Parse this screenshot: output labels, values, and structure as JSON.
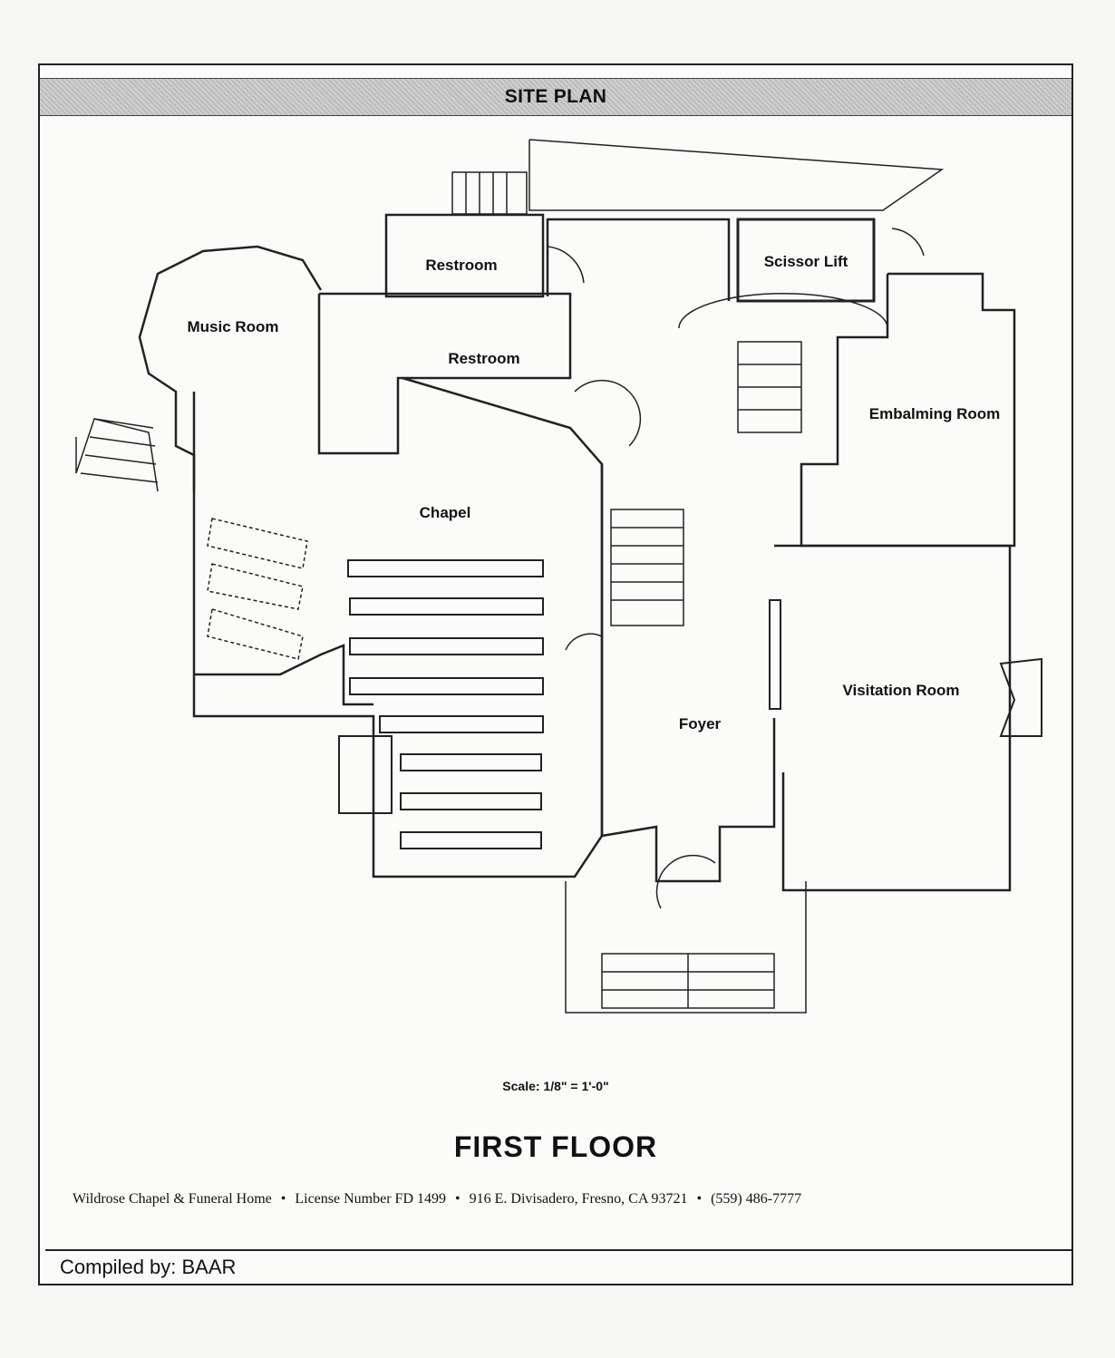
{
  "header": {
    "title": "SITE PLAN"
  },
  "plan": {
    "rooms": {
      "music_room": "Music Room",
      "restroom_upper": "Restroom",
      "restroom_lower": "Restroom",
      "scissor_lift": "Scissor  Lift",
      "embalming_room": "Embalming Room",
      "chapel": "Chapel",
      "foyer": "Foyer",
      "visitation_room": "Visitation Room"
    },
    "scale": "Scale:  1/8\" = 1'-0\"",
    "floor_title": "FIRST  FLOOR"
  },
  "company": {
    "name": "Wildrose Chapel & Funeral Home",
    "license": "License Number FD 1499",
    "address": "916 E. Divisadero, Fresno, CA  93721",
    "phone": "(559) 486-7777"
  },
  "footer": {
    "compiled_by": "Compiled by:  BAAR"
  }
}
